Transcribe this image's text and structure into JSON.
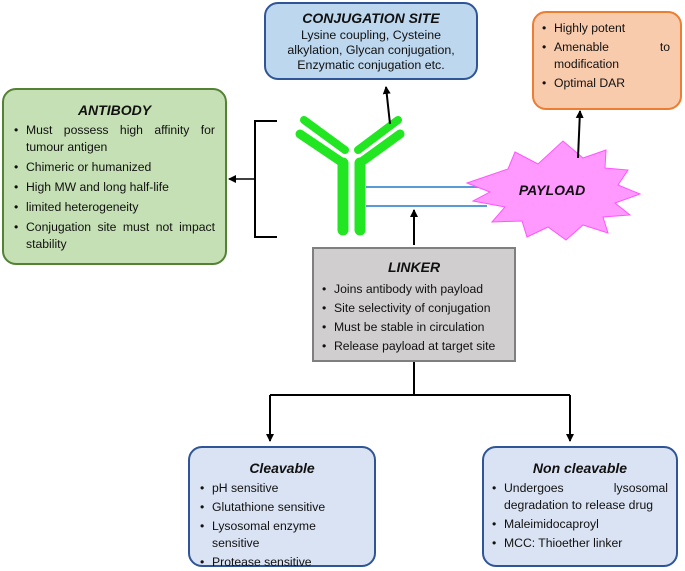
{
  "conjugation_site": {
    "title": "CONJUGATION SITE",
    "text_lines": [
      "Lysine coupling, Cysteine",
      "alkylation, Glycan conjugation,",
      "Enzymatic conjugation etc."
    ]
  },
  "payload_box": {
    "items": [
      "Highly potent",
      "Amenable to modification",
      "Optimal DAR"
    ]
  },
  "antibody": {
    "title": "ANTIBODY",
    "items": [
      "Must possess high affinity for tumour antigen",
      "Chimeric or humanized",
      "High MW and long half-life",
      "limited heterogeneity",
      "Conjugation site must not impact stability"
    ]
  },
  "payload_label": "PAYLOAD",
  "linker": {
    "title": "LINKER",
    "items": [
      "Joins antibody with payload",
      "Site selectivity of conjugation",
      "Must be stable in circulation",
      "Release payload at target site"
    ]
  },
  "cleavable": {
    "title": "Cleavable",
    "items": [
      "pH sensitive",
      "Glutathione sensitive",
      "Lysosomal enzyme sensitive",
      "Protease sensitive"
    ]
  },
  "non_cleavable": {
    "title": "Non cleavable",
    "items": [
      "Undergoes lysosomal degradation to release drug",
      "Maleimidocaproyl",
      "MCC: Thioether linker"
    ]
  },
  "colors": {
    "conjugation_fill": "#bdd7ee",
    "payload_box_fill": "#f8cbad",
    "payload_box_border": "#ed7d31",
    "antibody_fill": "#c5e0b4",
    "antibody_border": "#548235",
    "linker_fill": "#d0cece",
    "cleavable_fill": "#dae3f3",
    "box_border": "#2f5597",
    "antibody_shape": "#22e622",
    "payload_star": "#ff99ff",
    "linker_lines": "#5b9bd5"
  }
}
